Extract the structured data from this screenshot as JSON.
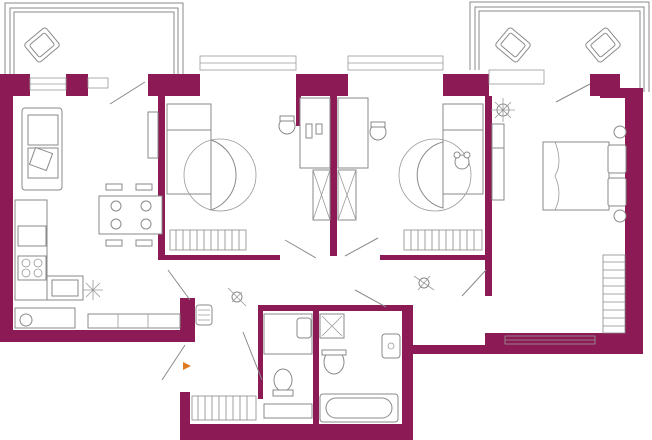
{
  "plan": {
    "rooms": [
      {
        "id": "living-kitchen"
      },
      {
        "id": "bedroom-1"
      },
      {
        "id": "study"
      },
      {
        "id": "bedroom-2"
      },
      {
        "id": "master-bedroom"
      },
      {
        "id": "hallway"
      },
      {
        "id": "bathroom-1"
      },
      {
        "id": "bathroom-2"
      },
      {
        "id": "storage"
      }
    ],
    "balconies": 2,
    "colors": {
      "walls": "#8c1a54",
      "lines": "#8a8a8a",
      "entrance_marker": "#e07a1f",
      "background": "#ffffff"
    },
    "icons": [
      "armchair",
      "sofa",
      "dining-table",
      "office-chair",
      "round-rug",
      "teddy-bear",
      "double-bed",
      "person",
      "potted-plant",
      "bathtub",
      "toilet",
      "sink",
      "shower",
      "washing-machine",
      "stove",
      "entrance-arrow"
    ]
  }
}
